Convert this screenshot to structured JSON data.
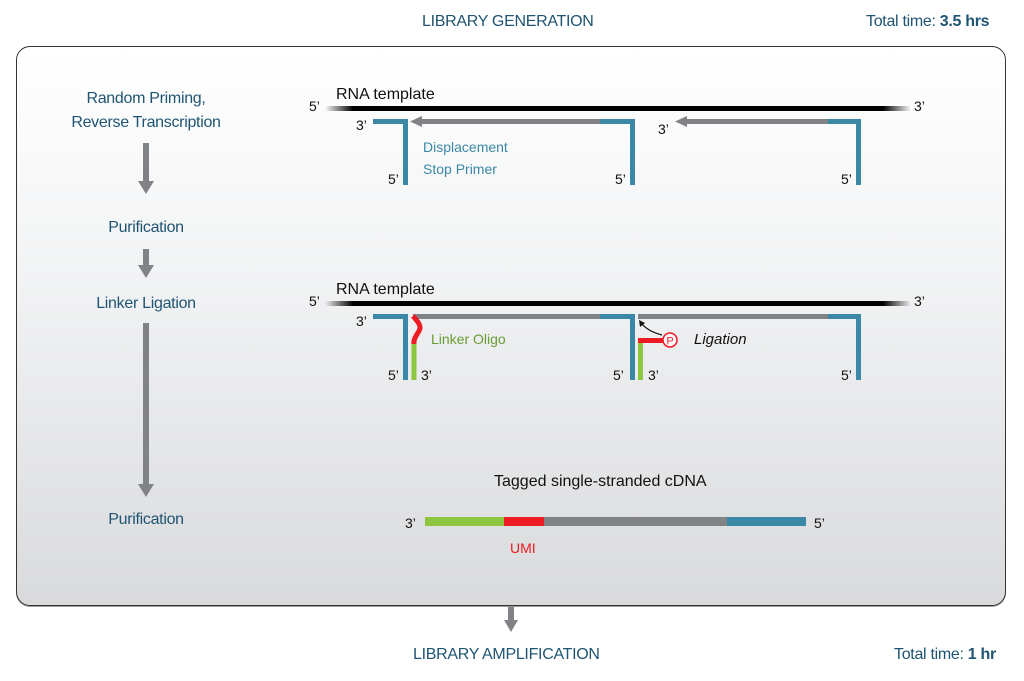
{
  "header": {
    "title": "LIBRARY GENERATION",
    "time_label": "Total time: ",
    "time_value": "3.5 hrs"
  },
  "footer": {
    "title": "LIBRARY AMPLIFICATION",
    "time_label": "Total time: ",
    "time_value": "1 hr"
  },
  "steps": [
    {
      "line1": "Random Priming,",
      "line2": "Reverse Transcription"
    },
    {
      "line1": "Purification"
    },
    {
      "line1": "Linker Ligation"
    },
    {
      "line1": "Purification"
    }
  ],
  "diagram1": {
    "template_label": "RNA template",
    "five_prime": "5’",
    "three_prime": "3’",
    "primer_label_line1": "Displacement",
    "primer_label_line2": "Stop Primer"
  },
  "diagram2": {
    "template_label": "RNA template",
    "five_prime": "5’",
    "three_prime": "3’",
    "linker_label": "Linker Oligo",
    "ligation_label": "Ligation",
    "phosphate_label": "P"
  },
  "diagram3": {
    "title": "Tagged single-stranded cDNA",
    "left_end": "3’",
    "right_end": "5’",
    "umi_label": "UMI"
  },
  "colors": {
    "primer_blue": "#3b87a6",
    "cdna_gray": "#808285",
    "linker_green": "#8dc63f",
    "umi_red": "#ed1c24",
    "heading_blue": "#1f5472",
    "arrow_gray": "#808285"
  }
}
